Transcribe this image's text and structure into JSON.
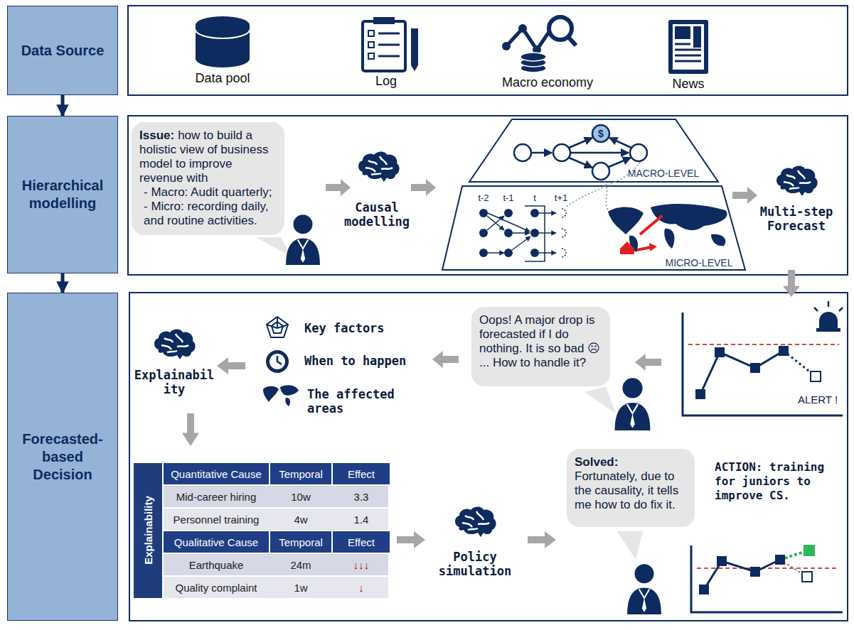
{
  "diagram": {
    "nodes": [
      {
        "text": [
          "Data Source"
        ]
      },
      {
        "text": [
          "Hierarchical modelling"
        ]
      },
      {
        "text": [
          "Forecasted-based Decision"
        ]
      },
      {
        "text": [
          "Issue:",
          "how to build a holistic view of business model to improve revenue with",
          "- Macro: Audit quarterly;",
          "- Micro: recording daily, and routine activities."
        ]
      },
      {
        "text": [
          "Oops! A major drop is forecasted if I do nothing. It is so bad ☹ ... How to handle it?"
        ]
      },
      {
        "text": [
          "Solved:",
          "Fortunately, due to the causality, it tells me how to do fix it."
        ]
      }
    ],
    "edges": [
      {
        "from": 0,
        "to": 1,
        "arrow": "to"
      },
      {
        "from": 1,
        "to": 2,
        "arrow": "to"
      }
    ],
    "labels": [
      "Data pool",
      "Log",
      "Macro economy",
      "News",
      "Causal modelling",
      "$",
      "MACRO-LEVEL",
      "t-2",
      "t-1",
      "t",
      "t+1",
      "MICRO-LEVEL",
      "Multi-step Forecast",
      "ALERT !",
      "Key factors",
      "When to happen",
      "The affected areas",
      "Explainability",
      "Quantitative Cause",
      "Temporal",
      "Effect",
      "Mid-career hiring",
      "10w",
      "3.3",
      "Personnel training",
      "4w",
      "1.4",
      "Qualitative Cause",
      "Temporal",
      "Effect",
      "Earthquake",
      "24m",
      "↓↓↓",
      "Quality complaint",
      "1w",
      "↓",
      "Explainability",
      "Policy simulation",
      "ACTION: training for juniors to improve CS."
    ]
  }
}
